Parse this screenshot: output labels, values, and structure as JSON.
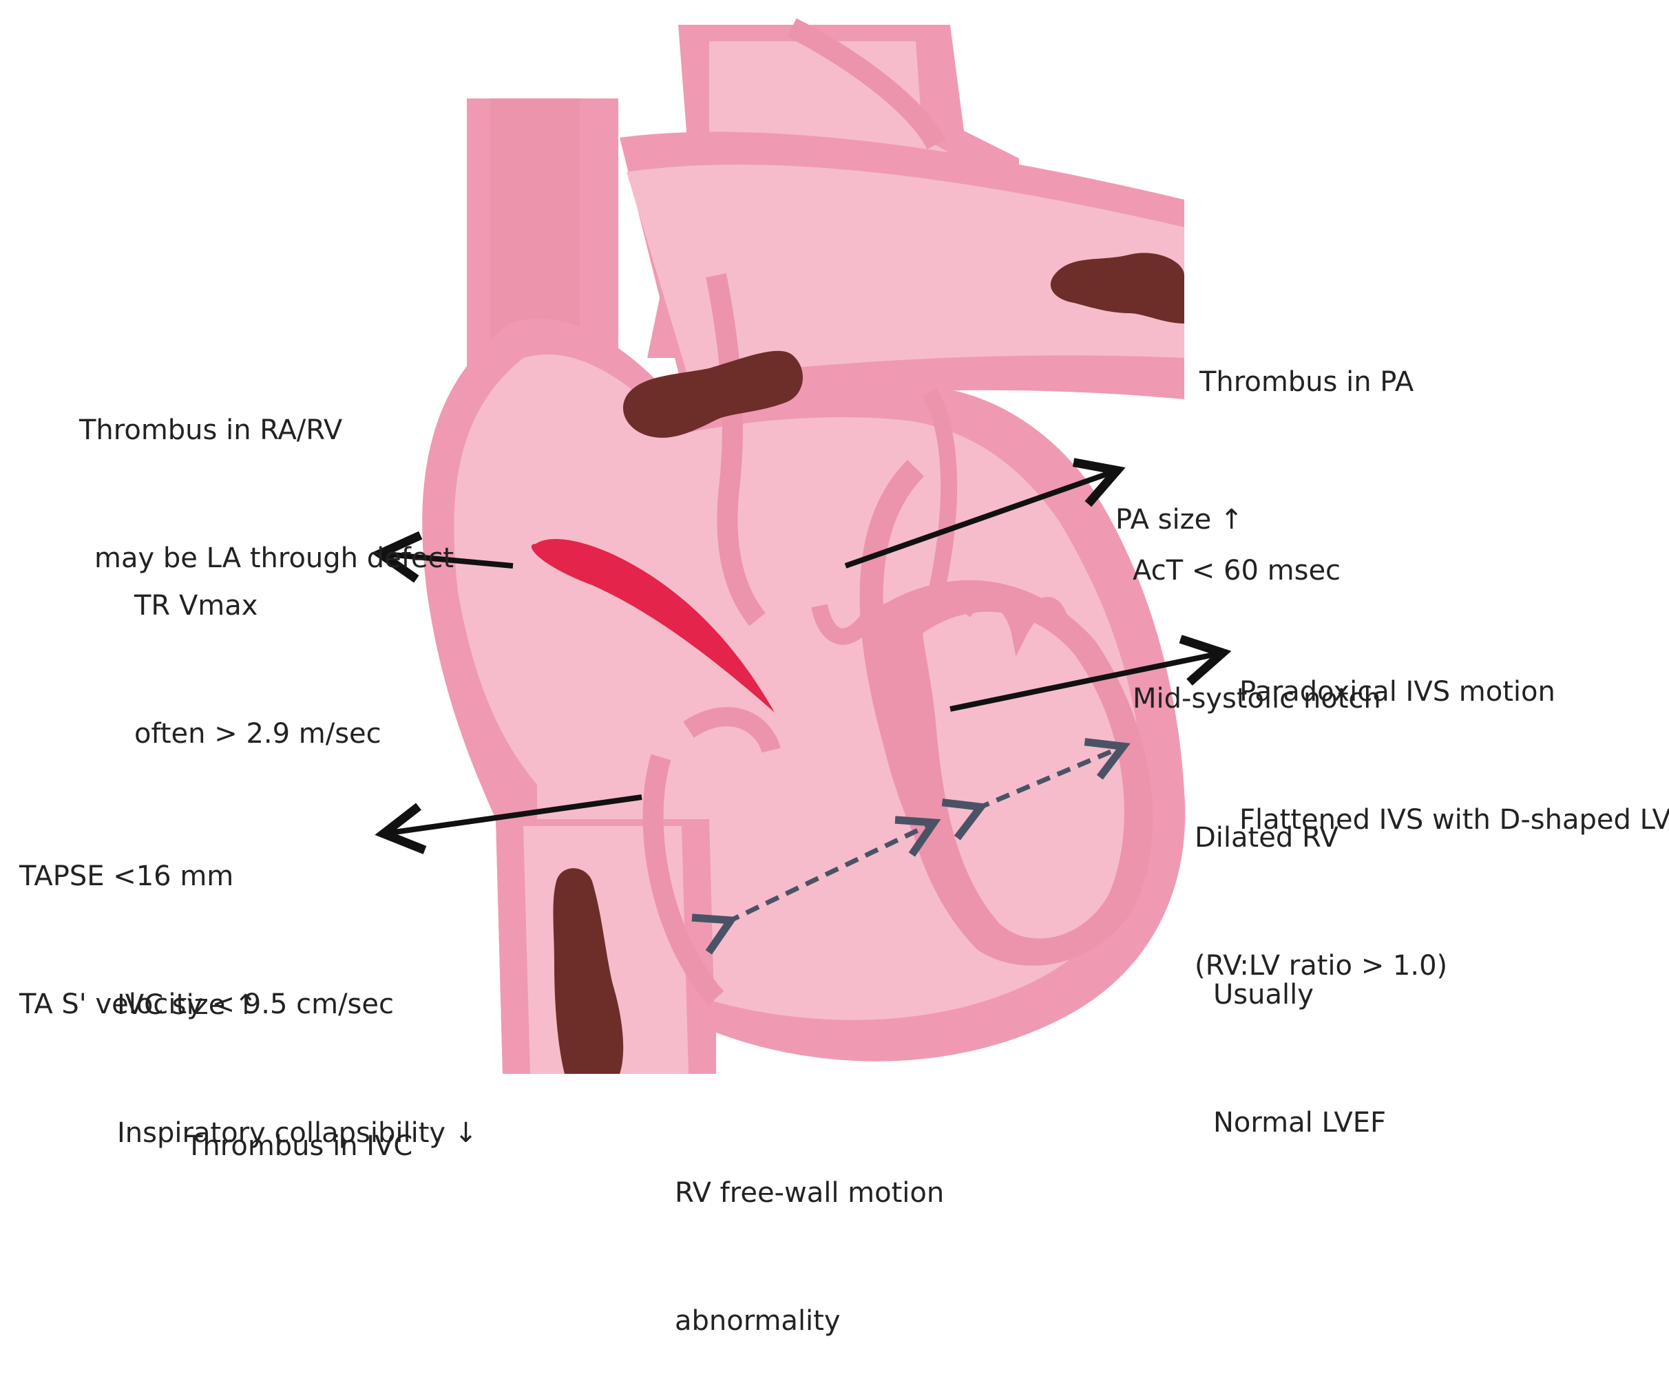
{
  "colors": {
    "tissue_outer": "#ef9ab2",
    "tissue_inner": "#f6bccb",
    "tissue_wall": "#ec94ac",
    "thrombus": "#6d2e2a",
    "regurgitant_jet": "#e4244a",
    "arrow": "#111111",
    "dashed_arrow": "#4a5366",
    "text": "#222222"
  },
  "labels": {
    "thrombus_pa": "Thrombus in PA",
    "thrombus_ra_rv_1": "Thrombus in RA/RV",
    "thrombus_ra_rv_2": "may be LA through defect",
    "pa_size": "PA size ↑",
    "act": "AcT < 60 msec",
    "notch": "Mid-systolic notch",
    "tr_vmax_1": "TR Vmax",
    "tr_vmax_2": "often > 2.9 m/sec",
    "ivs_1": "Paradoxical IVS motion",
    "ivs_2": "Flattened IVS with D-shaped LV",
    "dilated_rv_1": "Dilated RV",
    "dilated_rv_2": "(RV:LV ratio > 1.0)",
    "tapse_1": "TAPSE <16 mm",
    "tapse_2": "TA S' velocity < 9.5 cm/sec",
    "ivc_1": "IVC size ↑",
    "ivc_2": "Inspiratory collapsibility ↓",
    "lvef_1": "Usually",
    "lvef_2": "Normal LVEF",
    "thrombus_ivc": "Thrombus in IVC",
    "rv_wall_1": "RV free-wall motion",
    "rv_wall_2": "abnormality"
  }
}
